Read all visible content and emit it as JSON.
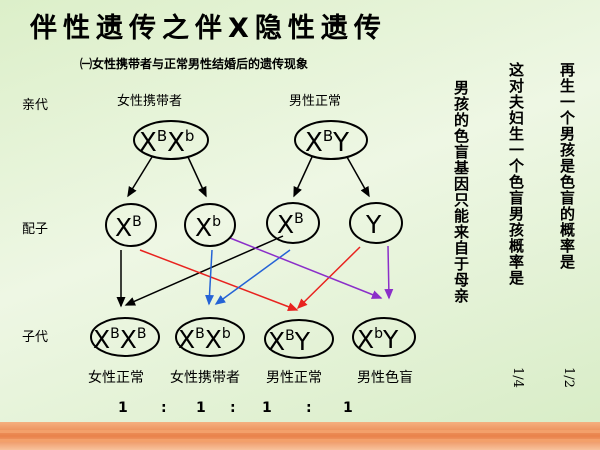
{
  "title": "伴性遗传之伴X隐性遗传",
  "subtitle": "㈠女性携带者与正常男性结婚后的遗传现象",
  "row_labels": {
    "parents": "亲代",
    "gametes": "配子",
    "offspring": "子代"
  },
  "parents": {
    "female_label": "女性携带者",
    "male_label": "男性正常",
    "female_genotype": {
      "a": "X",
      "a_sup": "B",
      "b": "X",
      "b_sup": "b"
    },
    "male_genotype": {
      "a": "X",
      "a_sup": "B",
      "b": "Y",
      "b_sup": ""
    }
  },
  "gametes": [
    {
      "base": "X",
      "sup": "B"
    },
    {
      "base": "X",
      "sup": "b"
    },
    {
      "base": "X",
      "sup": "B"
    },
    {
      "base": "Y",
      "sup": ""
    }
  ],
  "offspring": [
    {
      "a": "X",
      "a_sup": "B",
      "b": "X",
      "b_sup": "B",
      "label": "女性正常"
    },
    {
      "a": "X",
      "a_sup": "B",
      "b": "X",
      "b_sup": "b",
      "label": "女性携带者"
    },
    {
      "a": "X",
      "a_sup": "B",
      "b": "Y",
      "b_sup": "",
      "label": "男性正常"
    },
    {
      "a": "X",
      "a_sup": "b",
      "b": "Y",
      "b_sup": "",
      "label": "男性色盲"
    }
  ],
  "ratio": {
    "values": [
      "1",
      "1",
      "1",
      "1"
    ],
    "separator": ":"
  },
  "notes": [
    {
      "text": "男孩的色盲基因只能来自于母亲"
    },
    {
      "text": "这对夫妇生一个色盲男孩概率是",
      "answer": "1/4"
    },
    {
      "text": "再生一个男孩是色盲的概率是",
      "answer": "1/2"
    }
  ],
  "colors": {
    "red": "#e8231f",
    "blue": "#2563d6",
    "purple": "#8b2fc9",
    "black": "#000000",
    "background": "#e4f2d6"
  }
}
